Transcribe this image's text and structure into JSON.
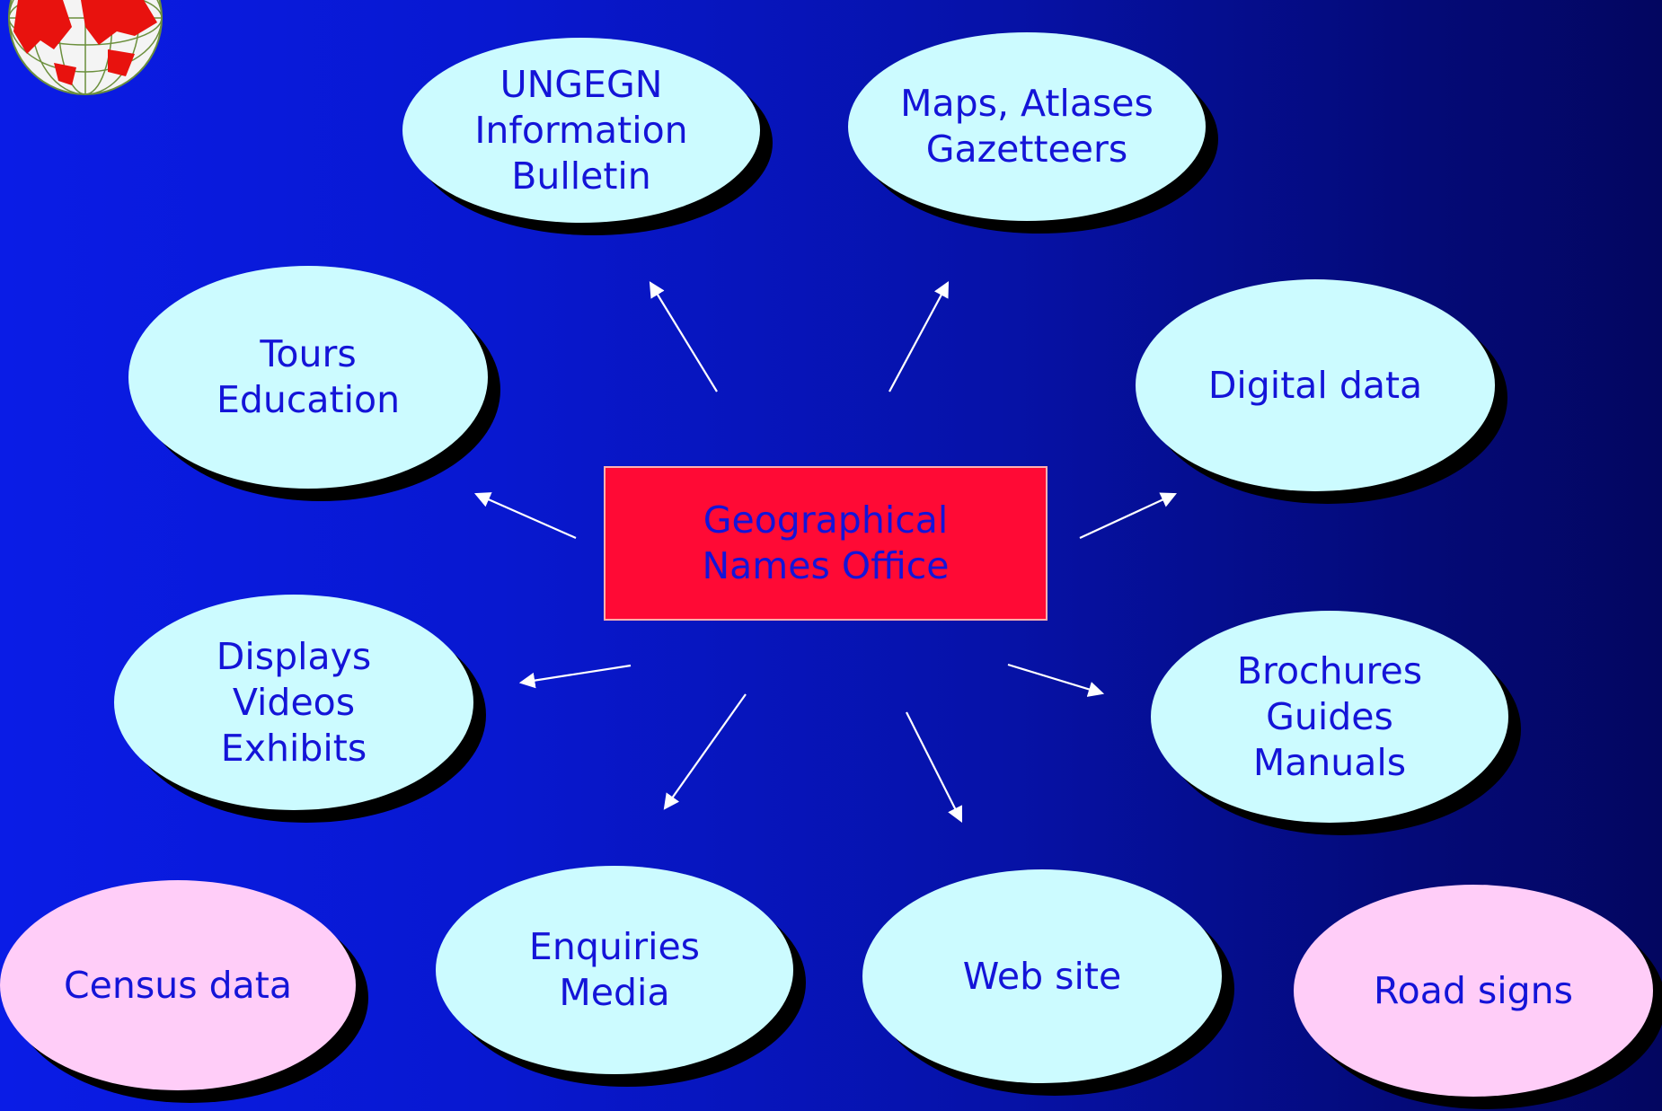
{
  "center": {
    "label": "Geographical\nNames Office"
  },
  "nodes": [
    {
      "id": "ungegn",
      "label": "UNGEGN\nInformation\nBulletin",
      "color": "cyan"
    },
    {
      "id": "maps",
      "label": "Maps, Atlases\nGazetteers",
      "color": "cyan"
    },
    {
      "id": "tours",
      "label": "Tours\nEducation",
      "color": "cyan"
    },
    {
      "id": "digital",
      "label": "Digital data",
      "color": "cyan"
    },
    {
      "id": "displays",
      "label": "Displays\nVideos\nExhibits",
      "color": "cyan"
    },
    {
      "id": "brochures",
      "label": "Brochures\nGuides\nManuals",
      "color": "cyan"
    },
    {
      "id": "census",
      "label": "Census data",
      "color": "pink"
    },
    {
      "id": "enquiries",
      "label": "Enquiries\nMedia",
      "color": "cyan"
    },
    {
      "id": "website",
      "label": "Web site",
      "color": "cyan"
    },
    {
      "id": "roadsigns",
      "label": "Road signs",
      "color": "pink"
    }
  ],
  "colors": {
    "node_fill": "#ccfbff",
    "node_fill_alt": "#ffcdf8",
    "center_fill": "#ff0a35",
    "text": "#1414d8",
    "arrow": "#ffffff"
  }
}
